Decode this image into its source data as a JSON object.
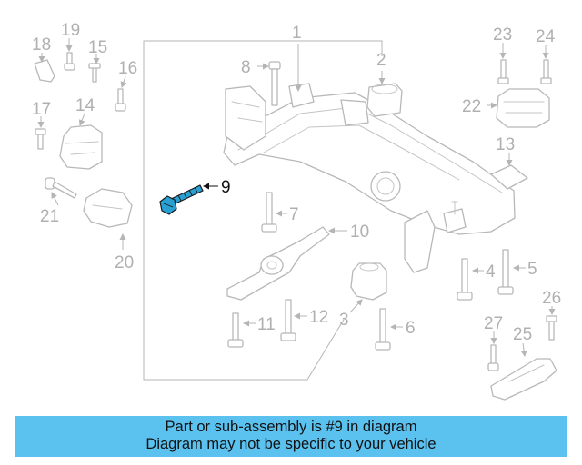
{
  "diagram": {
    "highlight_color": "#2aa0d2",
    "callouts": [
      {
        "id": "1",
        "label": "1"
      },
      {
        "id": "2",
        "label": "2"
      },
      {
        "id": "3",
        "label": "3"
      },
      {
        "id": "4",
        "label": "4"
      },
      {
        "id": "5",
        "label": "5"
      },
      {
        "id": "6",
        "label": "6"
      },
      {
        "id": "7",
        "label": "7"
      },
      {
        "id": "8",
        "label": "8"
      },
      {
        "id": "9",
        "label": "9",
        "highlighted": true
      },
      {
        "id": "10",
        "label": "10"
      },
      {
        "id": "11",
        "label": "11"
      },
      {
        "id": "12",
        "label": "12"
      },
      {
        "id": "13",
        "label": "13"
      },
      {
        "id": "14",
        "label": "14"
      },
      {
        "id": "15",
        "label": "15"
      },
      {
        "id": "16",
        "label": "16"
      },
      {
        "id": "17",
        "label": "17"
      },
      {
        "id": "18",
        "label": "18"
      },
      {
        "id": "19",
        "label": "19"
      },
      {
        "id": "20",
        "label": "20"
      },
      {
        "id": "21",
        "label": "21"
      },
      {
        "id": "22",
        "label": "22"
      },
      {
        "id": "23",
        "label": "23"
      },
      {
        "id": "24",
        "label": "24"
      },
      {
        "id": "25",
        "label": "25"
      },
      {
        "id": "26",
        "label": "26"
      },
      {
        "id": "27",
        "label": "27"
      }
    ]
  },
  "banner": {
    "line1": "Part or sub-assembly is #9 in diagram",
    "line2": "Diagram may not be specific to your vehicle",
    "background": "#5bc2f0"
  }
}
